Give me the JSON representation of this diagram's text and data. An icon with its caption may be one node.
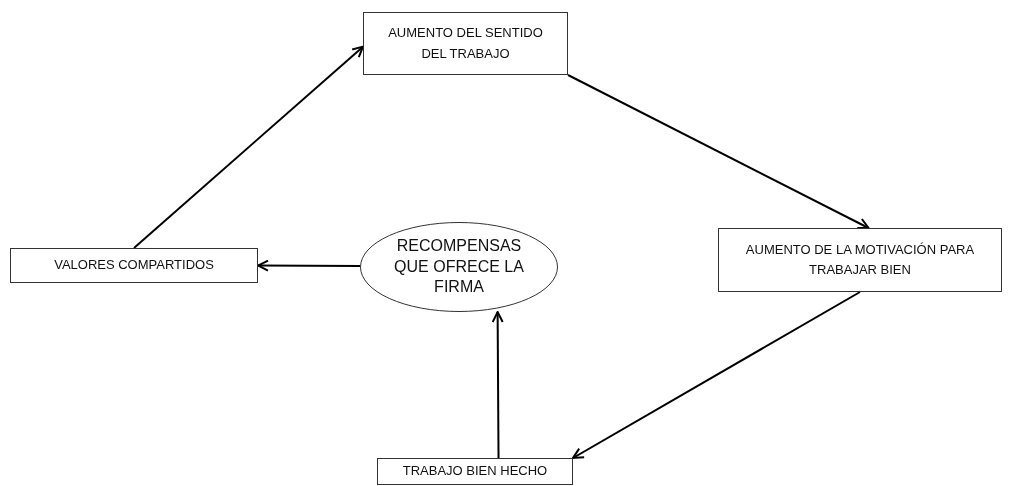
{
  "diagram": {
    "nodes": [
      {
        "text": [
          "AUMENTO DEL SENTIDO DEL TRABAJO"
        ]
      },
      {
        "text": [
          "AUMENTO DE LA MOTIVACIÓN PARA TRABAJAR BIEN"
        ]
      },
      {
        "text": [
          "TRABAJO BIEN HECHO"
        ]
      },
      {
        "text": [
          "RECOMPENSAS QUE OFRECE LA FIRMA"
        ]
      },
      {
        "text": [
          "VALORES COMPARTIDOS"
        ]
      }
    ],
    "edges": [
      {
        "from": 4,
        "to": 0,
        "arrow": "to"
      },
      {
        "from": 0,
        "to": 1,
        "arrow": "to"
      },
      {
        "from": 1,
        "to": 2,
        "arrow": "to"
      },
      {
        "from": 2,
        "to": 3,
        "arrow": "to"
      },
      {
        "from": 3,
        "to": 4,
        "arrow": "to"
      }
    ]
  }
}
